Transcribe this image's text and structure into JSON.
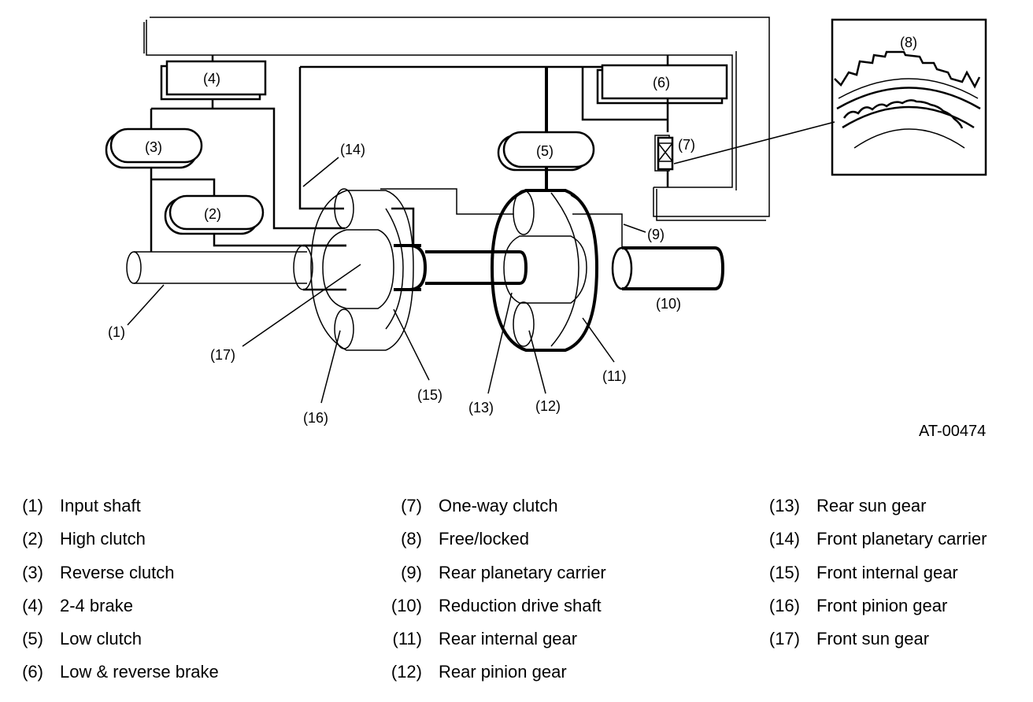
{
  "figure": {
    "code": "AT-00474",
    "callouts": {
      "c1": "(1)",
      "c2": "(2)",
      "c3": "(3)",
      "c4": "(4)",
      "c5": "(5)",
      "c6": "(6)",
      "c7": "(7)",
      "c8": "(8)",
      "c9": "(9)",
      "c10": "(10)",
      "c11": "(11)",
      "c12": "(12)",
      "c13": "(13)",
      "c14": "(14)",
      "c15": "(15)",
      "c16": "(16)",
      "c17": "(17)"
    }
  },
  "legend": {
    "columns": [
      [
        {
          "num": "(1)",
          "label": "Input shaft"
        },
        {
          "num": "(2)",
          "label": "High clutch"
        },
        {
          "num": "(3)",
          "label": "Reverse clutch"
        },
        {
          "num": "(4)",
          "label": "2-4 brake"
        },
        {
          "num": "(5)",
          "label": "Low clutch"
        },
        {
          "num": "(6)",
          "label": "Low & reverse brake"
        }
      ],
      [
        {
          "num": "(7)",
          "label": "One-way clutch"
        },
        {
          "num": "(8)",
          "label": "Free/locked"
        },
        {
          "num": "(9)",
          "label": "Rear planetary carrier"
        },
        {
          "num": "(10)",
          "label": "Reduction drive shaft"
        },
        {
          "num": "(11)",
          "label": "Rear internal gear"
        },
        {
          "num": "(12)",
          "label": "Rear pinion gear"
        }
      ],
      [
        {
          "num": "(13)",
          "label": "Rear sun gear"
        },
        {
          "num": "(14)",
          "label": "Front planetary carrier"
        },
        {
          "num": "(15)",
          "label": "Front internal gear"
        },
        {
          "num": "(16)",
          "label": "Front pinion gear"
        },
        {
          "num": "(17)",
          "label": "Front sun gear"
        }
      ]
    ]
  }
}
